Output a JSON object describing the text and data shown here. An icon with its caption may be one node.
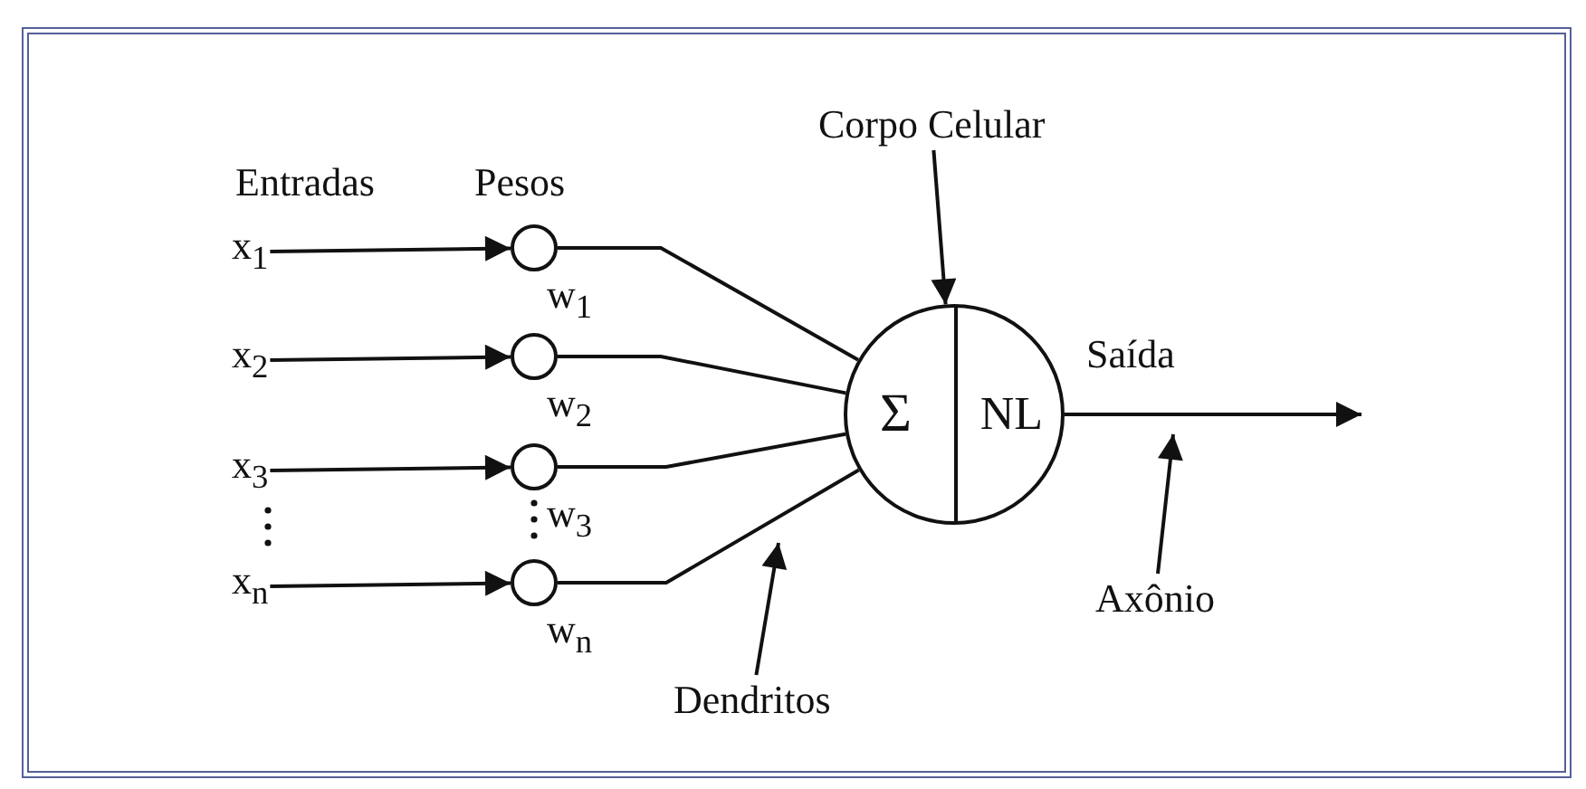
{
  "diagram": {
    "nodes": [
      {
        "text": [
          "x$_{1}$"
        ]
      },
      {
        "text": [
          "x$_{2}$"
        ]
      },
      {
        "text": [
          "x$_{3}$"
        ]
      },
      {
        "text": [
          "x$_{n}$"
        ]
      },
      {
        "text": [],
        "shape": "circle",
        "beside": [
          "w$_{1}$"
        ]
      },
      {
        "text": [],
        "shape": "circle",
        "beside": [
          "w$_{2}$"
        ]
      },
      {
        "text": [],
        "shape": "circle",
        "beside": [
          "w$_{3}$"
        ]
      },
      {
        "text": [],
        "shape": "circle",
        "beside": [
          "w$_{n}$"
        ]
      },
      {
        "text": [
          "Σ",
          "NL"
        ]
      },
      {
        "text": [
          "Corpo Celular"
        ]
      },
      {
        "text": [
          "Dendritos"
        ]
      },
      {
        "text": [
          "Axônio"
        ]
      }
    ],
    "edges": [
      {
        "from": 0,
        "to": 4,
        "arrow": "to"
      },
      {
        "from": 1,
        "to": 5,
        "arrow": "to"
      },
      {
        "from": 2,
        "to": 6,
        "arrow": "to"
      },
      {
        "from": 3,
        "to": 7,
        "arrow": "to"
      },
      {
        "from": 4,
        "to": 8,
        "arrow": "none"
      },
      {
        "from": 5,
        "to": 8,
        "arrow": "none"
      },
      {
        "from": 6,
        "to": 8,
        "arrow": "none"
      },
      {
        "from": 7,
        "to": 8,
        "arrow": "none"
      },
      {
        "from": 8,
        "to": null,
        "label": "Saída",
        "arrow": "to"
      },
      {
        "from": 9,
        "to": 8,
        "arrow": "to"
      },
      {
        "from": 10,
        "to": null,
        "arrow": "to"
      },
      {
        "from": 11,
        "to": null,
        "arrow": "to"
      }
    ],
    "labels": [
      "Entradas",
      "Pesos"
    ]
  }
}
